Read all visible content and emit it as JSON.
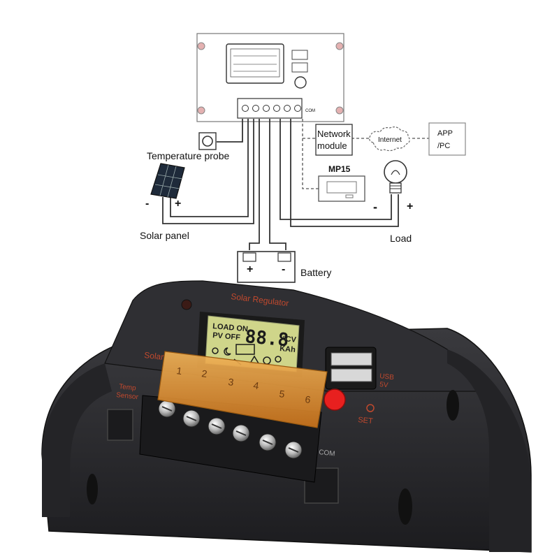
{
  "diagram": {
    "temperature_probe_label": "Temperature probe",
    "solar_panel_label": "Solar panel",
    "battery_label": "Battery",
    "load_label": "Load",
    "network_module_label_line1": "Network",
    "network_module_label_line2": "module",
    "internet_label": "Internet",
    "app_label_line1": "APP",
    "app_label_line2": "/PC",
    "mp15_label": "MP15",
    "minus_sign": "-",
    "plus_sign": "+",
    "com_label": "COM"
  },
  "device": {
    "brand_label": "Solar Regulator",
    "lcd_load_on": "LOAD ON",
    "lcd_pv_off": "PV OFF",
    "lcd_digits": "88.8",
    "lcd_units_top": "°CV",
    "lcd_units_bottom": "KAh",
    "solar_label": "Solar",
    "temp_sensor_line1": "Temp",
    "temp_sensor_line2": "Sensor",
    "usb_line1": "USB",
    "usb_line2": "5V",
    "set_label": "SET",
    "com_label": "COM",
    "terminal_numbers": [
      "1",
      "2",
      "3",
      "4",
      "5",
      "6"
    ]
  },
  "colors": {
    "housing": "#2a2a2d",
    "housing_edge": "#1b1b1d",
    "accent_text": "#c0492e",
    "lcd": "#cfd58a",
    "terminal_cover": "#e59a2e",
    "set_button": "#e8201f"
  }
}
